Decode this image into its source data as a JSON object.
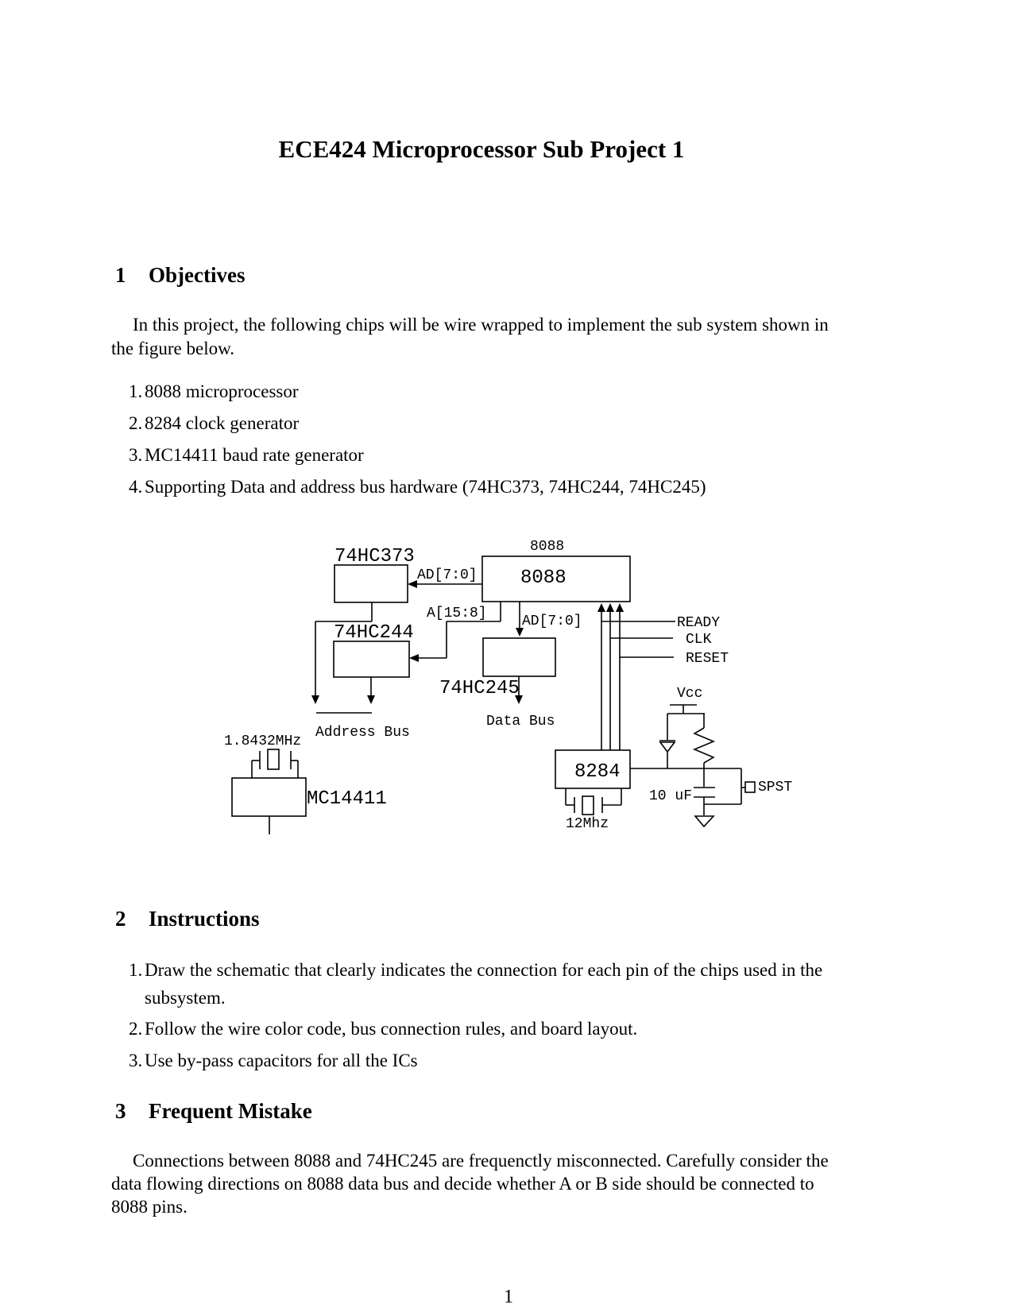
{
  "title": "ECE424 Microprocessor Sub Project 1",
  "page_number": "1",
  "sections": {
    "s1": {
      "number": "1",
      "title": "Objectives"
    },
    "s2": {
      "number": "2",
      "title": "Instructions"
    },
    "s3": {
      "number": "3",
      "title": "Frequent Mistake"
    }
  },
  "objectives": {
    "intro_lines": {
      "0": "In this project, the following chips will be wire wrapped to implement the sub system shown in",
      "1": "the figure below."
    },
    "items": {
      "0": {
        "num": "1.",
        "text": "8088 microprocessor"
      },
      "1": {
        "num": "2.",
        "text": "8284 clock generator"
      },
      "2": {
        "num": "3.",
        "text": "MC14411 baud rate generator"
      },
      "3": {
        "num": "4.",
        "text": "Supporting Data and address bus hardware (74HC373, 74HC244, 74HC245)"
      }
    }
  },
  "instructions": {
    "items": {
      "0": {
        "num": "1.",
        "lines": {
          "0": "Draw the schematic that clearly indicates the connection for each pin of the chips used in the",
          "1": "subsystem."
        }
      },
      "1": {
        "num": "2.",
        "lines": {
          "0": "Follow the wire color code, bus connection rules, and board layout."
        }
      },
      "2": {
        "num": "3.",
        "lines": {
          "0": "Use by-pass capacitors for all the ICs"
        }
      }
    }
  },
  "frequent_mistake": {
    "lines": {
      "0": "Connections between 8088 and 74HC245 are frequenctly misconnected. Carefully consider the",
      "1": "data flowing directions on 8088 data bus and decide whether A or B side should be connected to",
      "2": "8088 pins."
    }
  },
  "diagram": {
    "chips": {
      "u373": "74HC373",
      "u244": "74HC244",
      "u245": "74HC245",
      "u8088_small": "8088",
      "u8088": "8088",
      "u8284": "8284",
      "u14411": "MC14411"
    },
    "labels": {
      "ad70_a": "AD[7:0]",
      "a158": "A[15:8]",
      "ad70_b": "AD[7:0]",
      "ready": "READY",
      "clk": "CLK",
      "reset": "RESET",
      "vcc": "Vcc",
      "address_bus": "Address Bus",
      "data_bus": "Data Bus",
      "xtal_baud": "1.8432MHz",
      "xtal_clk": "12Mhz",
      "cap_value": "10 uF",
      "switch": "SPST"
    },
    "line_color": "#000000"
  }
}
